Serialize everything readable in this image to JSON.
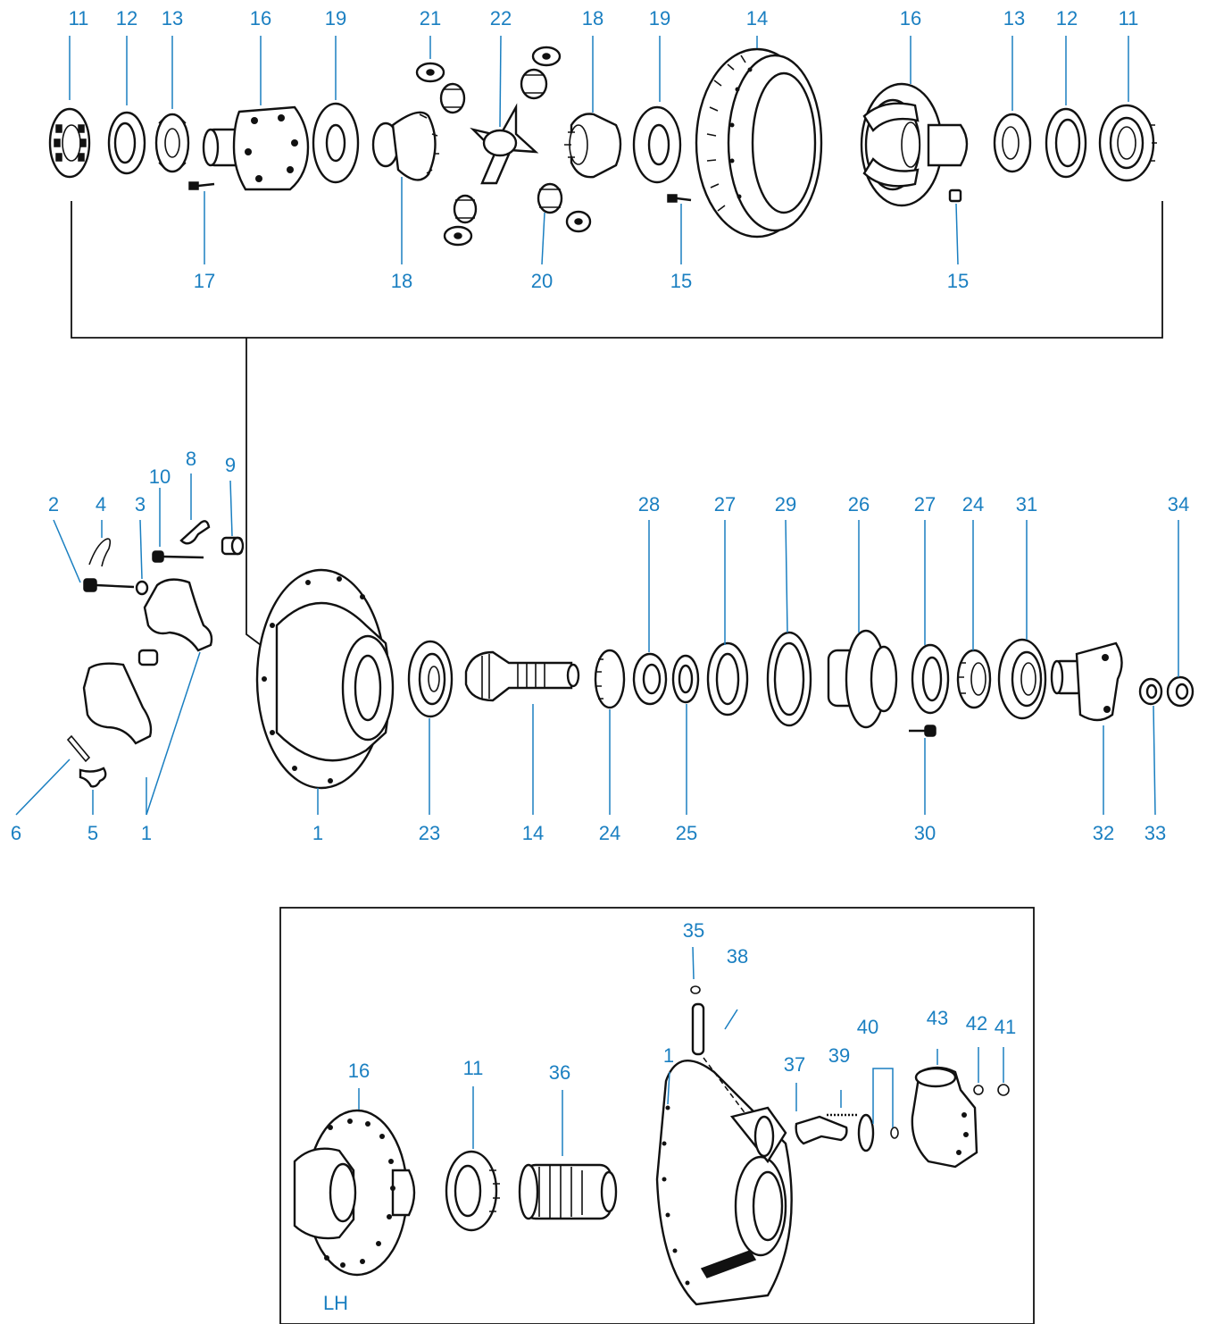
{
  "labels": {
    "top": [
      "11",
      "12",
      "13",
      "16",
      "19",
      "21",
      "22",
      "18",
      "19",
      "14",
      "16",
      "13",
      "12",
      "11"
    ],
    "top_lower": [
      "17",
      "18",
      "20",
      "15",
      "15"
    ],
    "middle": [
      "2",
      "4",
      "3",
      "10",
      "8",
      "9",
      "28",
      "27",
      "29",
      "26",
      "27",
      "24",
      "31",
      "34"
    ],
    "middle_lower": [
      "6",
      "5",
      "1",
      "1",
      "23",
      "14",
      "24",
      "25",
      "30",
      "32",
      "33"
    ],
    "inset": [
      "35",
      "38",
      "16",
      "11",
      "36",
      "1",
      "37",
      "39",
      "40",
      "43",
      "42",
      "41"
    ],
    "inset_side": "LH"
  },
  "colors": {
    "callout": "#1a7fc1",
    "lines": "#111111",
    "background": "#ffffff"
  }
}
